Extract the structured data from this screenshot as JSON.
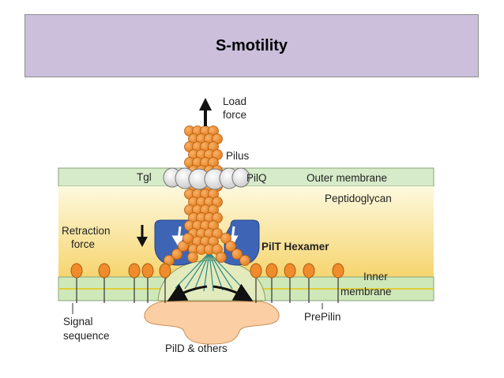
{
  "title": "S-motility",
  "labels": {
    "load_force_line1": "Load",
    "load_force_line2": "force",
    "pilus": "Pilus",
    "tgl": "Tgl",
    "pilq": "PilQ",
    "outer_membrane": "Outer membrane",
    "peptidoglycan": "Peptidoglycan",
    "retraction_line1": "Retraction",
    "retraction_line2": "force",
    "pilt_hexamer": "PilT Hexamer",
    "inner_line1": "Inner",
    "inner_line2": "membrane",
    "signal_line1": "Signal",
    "signal_line2": "sequence",
    "prepilin": "PrePilin",
    "pild_others": "PilD & others"
  },
  "colors": {
    "title_bg": "#cbbfdb",
    "outer_membrane": "#d6ebc9",
    "peptidoglycan_top": "#fdf9de",
    "peptidoglycan_bottom": "#f7d773",
    "inner_membrane": "#cfe8b9",
    "pilin": "#f08c2c",
    "hexamer": "#3e65b5",
    "cytoplasm_protein": "#fbcfa3"
  }
}
